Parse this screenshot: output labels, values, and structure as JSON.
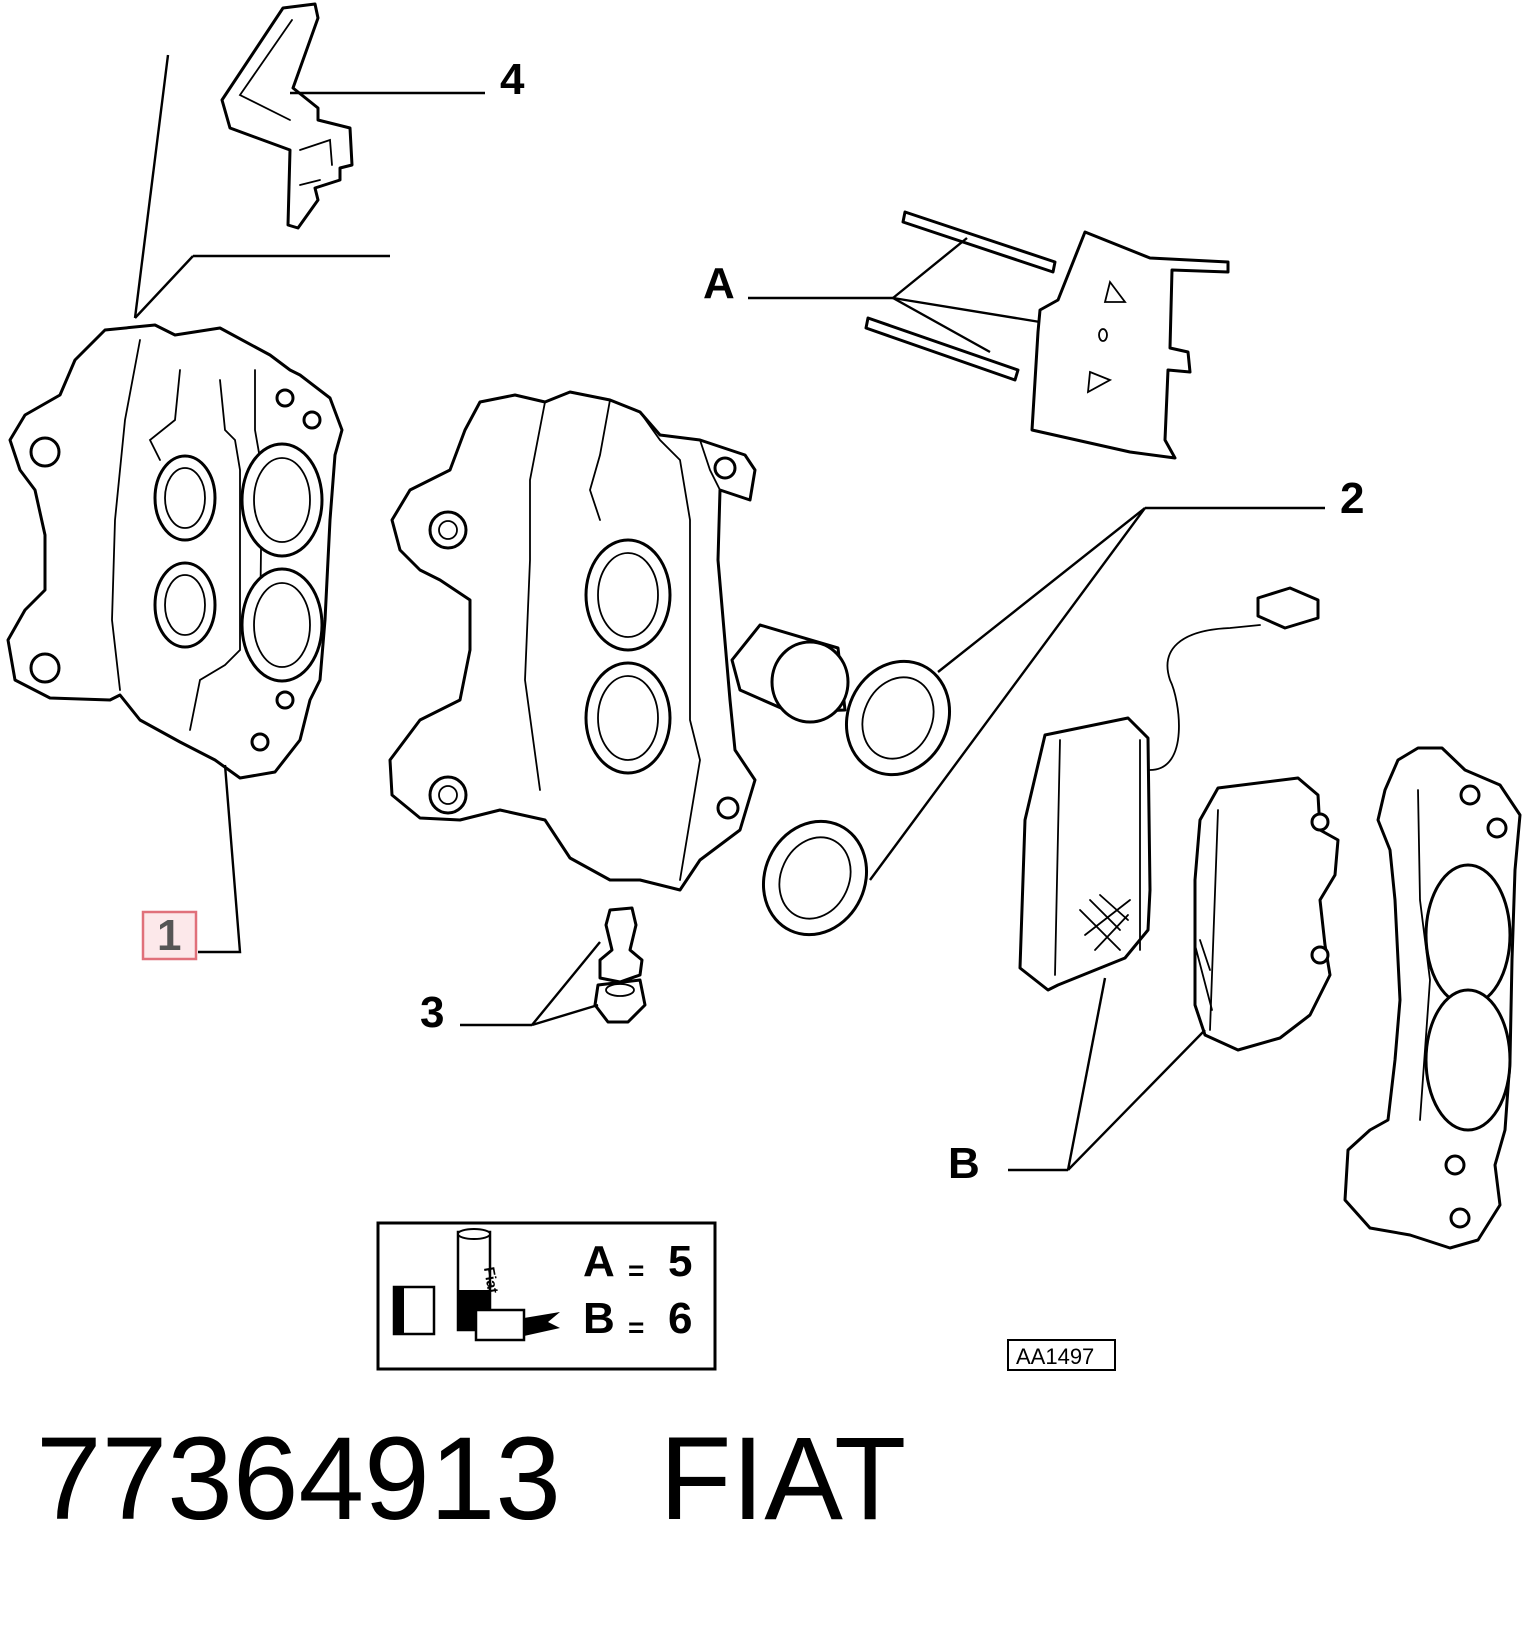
{
  "callouts": {
    "c1": "1",
    "c2": "2",
    "c3": "3",
    "c4": "4",
    "cA": "A",
    "cB": "B"
  },
  "kit_legend": {
    "row_a_letter": "A",
    "row_a_eq": "=",
    "row_a_qty": "5",
    "row_b_letter": "B",
    "row_b_eq": "=",
    "row_b_qty": "6",
    "logo_text": "Fiat"
  },
  "reference_code": "AA1497",
  "caption": {
    "part_number": "77364913",
    "brand": "FIAT"
  },
  "colors": {
    "highlight_box": "#e0707a",
    "highlight_fill": "#fce8ea",
    "ink": "#000000"
  }
}
